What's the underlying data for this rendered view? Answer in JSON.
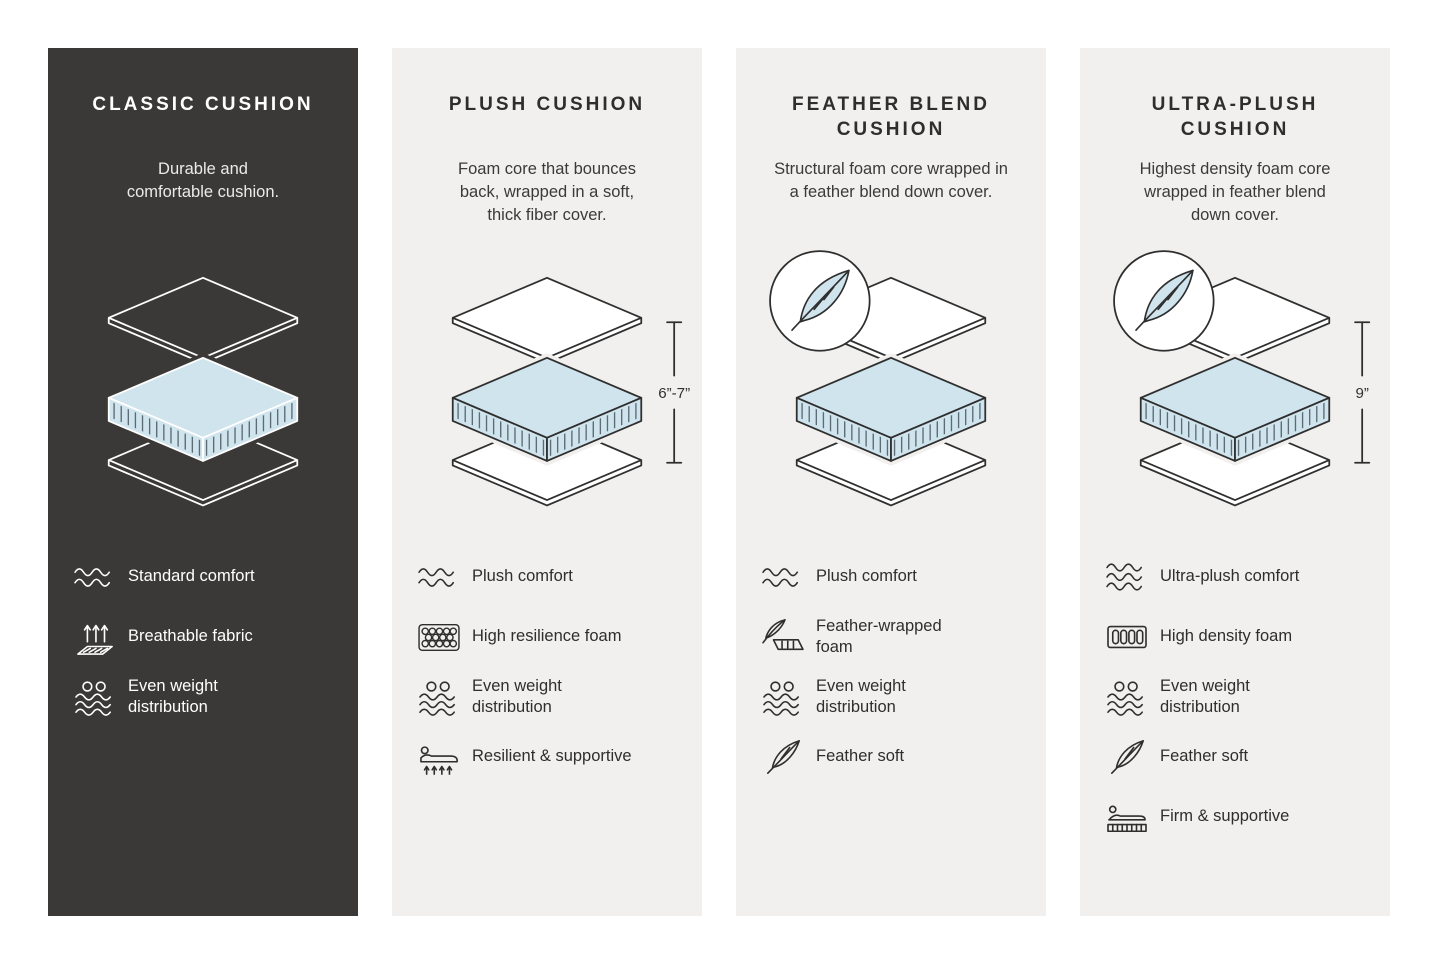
{
  "colors": {
    "page_bg": "#ffffff",
    "dark_panel_bg": "#3b3937",
    "light_panel_bg": "#f1f0ee",
    "foam_blue": "#cfe4ed",
    "outline_dark": "#2f2f2f",
    "outline_light": "#ffffff"
  },
  "panels": [
    {
      "id": "classic-cushion",
      "theme": "dark",
      "title": "CLASSIC CUSHION",
      "description": "Durable and\ncomfortable cushion.",
      "diagram": {
        "illustration": "layered-cushion",
        "feather_badge": false,
        "measurement": ""
      },
      "features": [
        {
          "icon": "waves-icon",
          "label": "Standard comfort"
        },
        {
          "icon": "breathable-fabric-icon",
          "label": "Breathable fabric"
        },
        {
          "icon": "even-weight-icon",
          "label": "Even weight distribution"
        }
      ]
    },
    {
      "id": "plush-cushion",
      "theme": "light",
      "title": "PLUSH CUSHION",
      "description": "Foam core that bounces\nback, wrapped in a soft,\nthick fiber cover.",
      "diagram": {
        "illustration": "layered-cushion",
        "feather_badge": false,
        "measurement": "6”-7”"
      },
      "features": [
        {
          "icon": "waves-icon",
          "label": "Plush comfort"
        },
        {
          "icon": "foam-cells-icon",
          "label": "High resilience foam"
        },
        {
          "icon": "even-weight-icon",
          "label": "Even weight distribution"
        },
        {
          "icon": "resilient-icon",
          "label": "Resilient & supportive"
        }
      ]
    },
    {
      "id": "feather-blend-cushion",
      "theme": "light",
      "title": "FEATHER BLEND\nCUSHION",
      "description": "Structural foam core wrapped in\na feather blend down cover.",
      "diagram": {
        "illustration": "layered-cushion",
        "feather_badge": true,
        "measurement": ""
      },
      "features": [
        {
          "icon": "waves-icon",
          "label": "Plush comfort"
        },
        {
          "icon": "feather-foam-icon",
          "label": "Feather-wrapped foam"
        },
        {
          "icon": "even-weight-icon",
          "label": "Even weight distribution"
        },
        {
          "icon": "feather-icon",
          "label": "Feather soft"
        }
      ]
    },
    {
      "id": "ultra-plush-cushion",
      "theme": "light",
      "title": "ULTRA-PLUSH\nCUSHION",
      "description": "Highest density foam core\nwrapped in feather blend\ndown cover.",
      "diagram": {
        "illustration": "layered-cushion",
        "feather_badge": true,
        "measurement": "9”"
      },
      "features": [
        {
          "icon": "waves-icon",
          "label": "Ultra-plush comfort"
        },
        {
          "icon": "density-foam-icon",
          "label": "High density foam"
        },
        {
          "icon": "even-weight-icon",
          "label": "Even weight distribution"
        },
        {
          "icon": "feather-icon",
          "label": "Feather soft"
        },
        {
          "icon": "firm-icon",
          "label": "Firm & supportive"
        }
      ]
    }
  ]
}
